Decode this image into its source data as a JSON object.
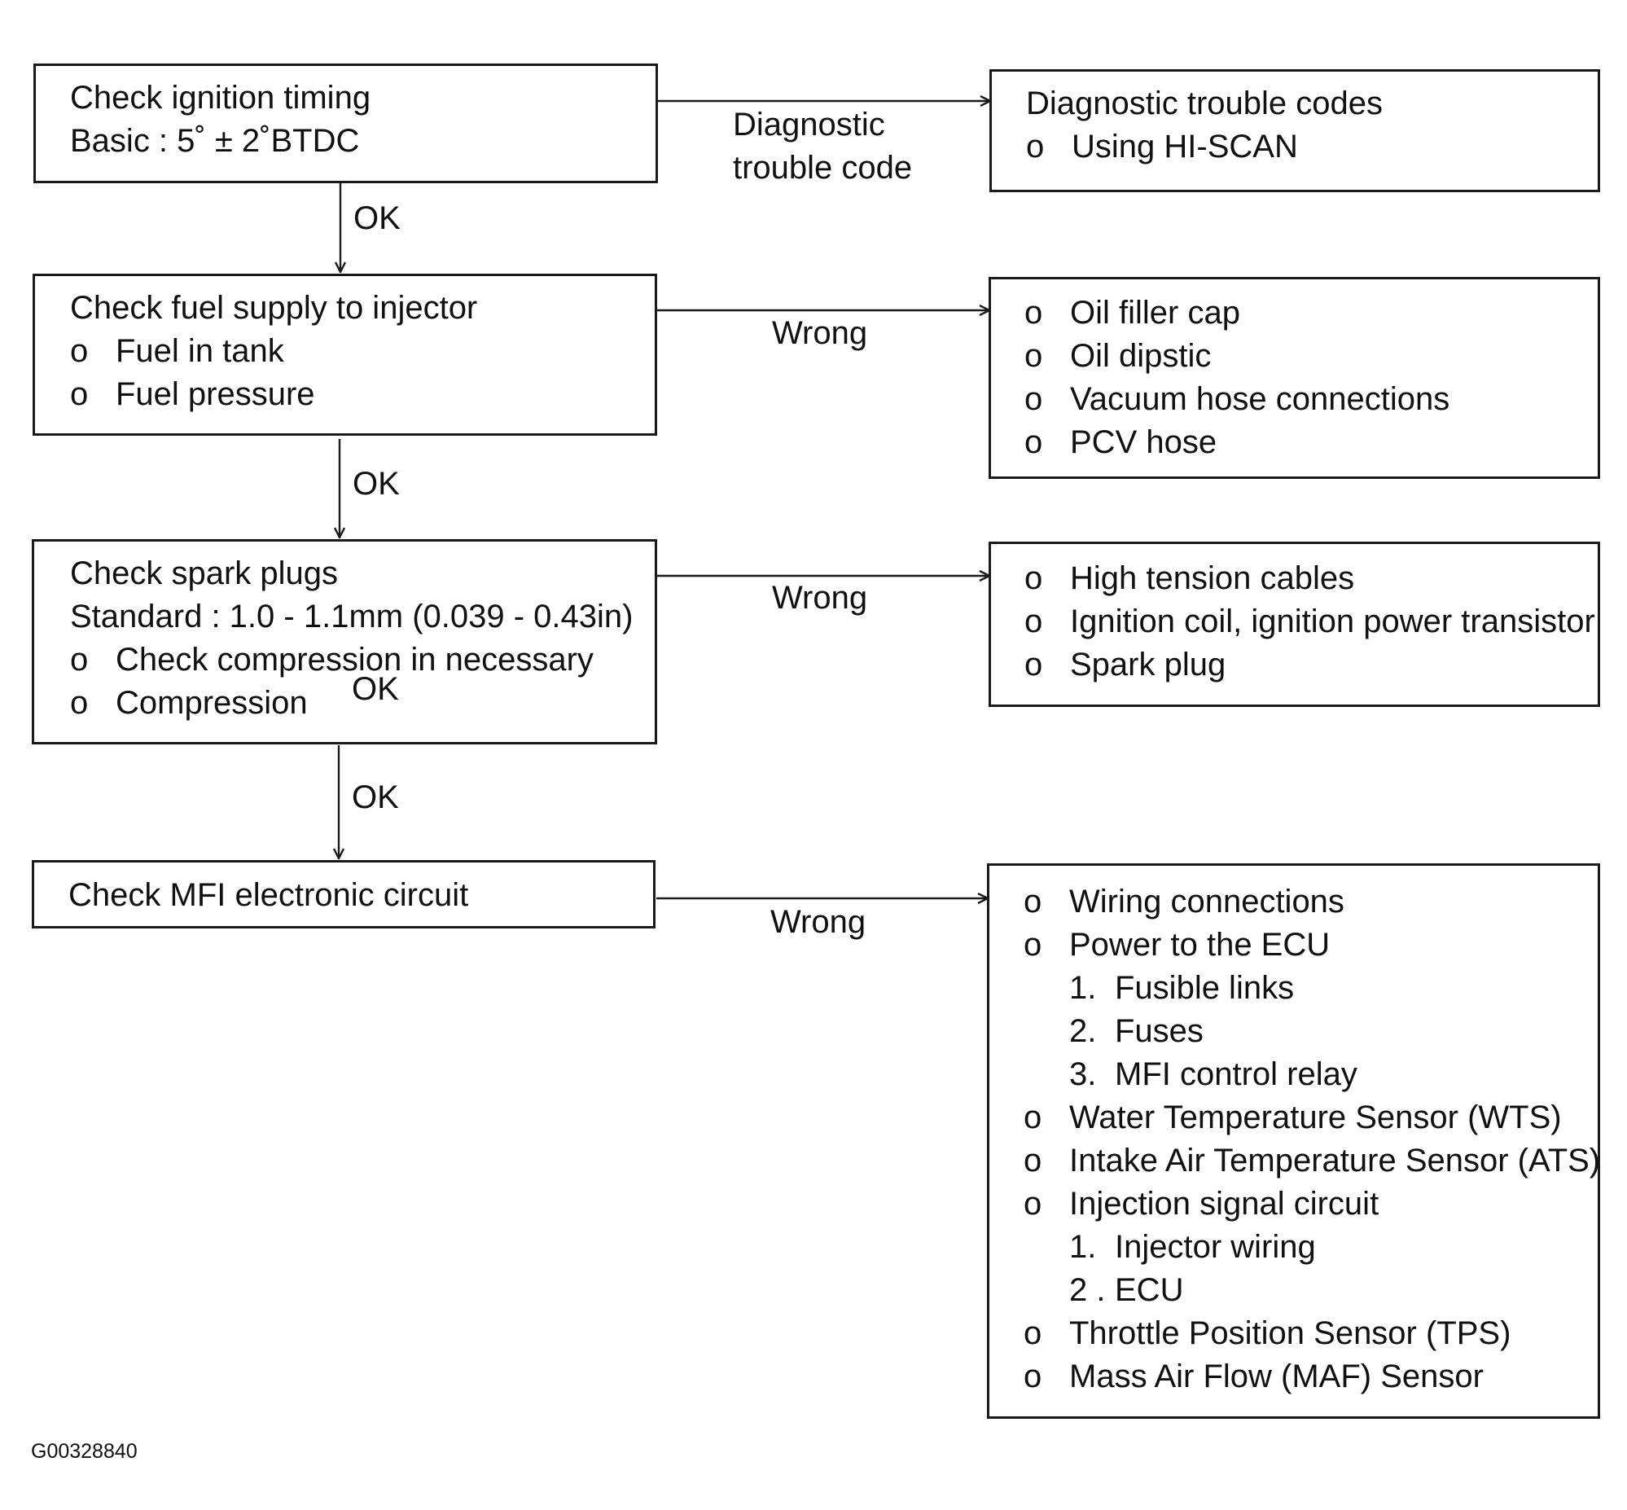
{
  "steps": [
    {
      "lines": [
        "Check ignition timing",
        "Basic : 5˚ ± 2˚BTDC"
      ],
      "bullets": []
    },
    {
      "lines": [
        "Check fuel supply to injector"
      ],
      "bullets": [
        "Fuel in tank",
        "Fuel pressure"
      ]
    },
    {
      "lines": [
        "Check spark plugs",
        "Standard : 1.0 - 1.1mm (0.039 - 0.43in)"
      ],
      "bullets": [
        "Check compression in necessary",
        "Compression"
      ]
    },
    {
      "lines": [
        "Check MFI electronic circuit"
      ],
      "bullets": []
    }
  ],
  "bullet_glyph": "o",
  "branches": [
    {
      "label_lines": [
        "Diagnostic",
        "trouble code"
      ],
      "title": "Diagnostic trouble codes",
      "items": [
        {
          "text": "Using HI-SCAN"
        }
      ]
    },
    {
      "label_lines": [
        "Wrong"
      ],
      "items": [
        {
          "text": "Oil filler cap"
        },
        {
          "text": "Oil dipstic"
        },
        {
          "text": "Vacuum hose connections"
        },
        {
          "text": "PCV hose"
        }
      ]
    },
    {
      "label_lines": [
        "Wrong"
      ],
      "items": [
        {
          "text": "High tension cables"
        },
        {
          "text": "Ignition coil, ignition power transistor"
        },
        {
          "text": "Spark plug"
        }
      ]
    },
    {
      "label_lines": [
        "Wrong"
      ],
      "items": [
        {
          "text": "Wiring connections"
        },
        {
          "text": "Power to the ECU",
          "sub": [
            {
              "num": "1.",
              "text": "Fusible links"
            },
            {
              "num": "2.",
              "text": "Fuses"
            },
            {
              "num": "3.",
              "text": "MFI control relay"
            }
          ]
        },
        {
          "text": "Water Temperature Sensor (WTS)"
        },
        {
          "text": "Intake Air Temperature Sensor (ATS)"
        },
        {
          "text": "Injection signal circuit",
          "sub": [
            {
              "num": "1.",
              "text": "Injector wiring"
            },
            {
              "num": "2 .",
              "text": "ECU"
            }
          ]
        },
        {
          "text": "Throttle Position Sensor (TPS)"
        },
        {
          "text": "Mass Air Flow (MAF) Sensor"
        }
      ]
    }
  ],
  "ok_labels": [
    "OK",
    "OK",
    "OK",
    "OK"
  ],
  "figure_code": "G00328840"
}
